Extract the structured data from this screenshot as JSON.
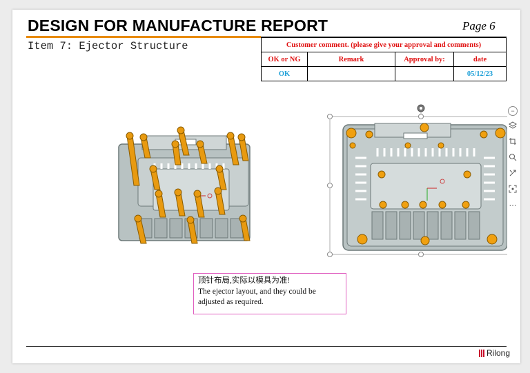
{
  "header": {
    "title": "DESIGN FOR MANUFACTURE REPORT",
    "page": "Page  6"
  },
  "item_title": "Item 7: Ejector Structure",
  "comment_table": {
    "title": "Customer comment. (please give your approval and comments)",
    "headers": [
      "OK or NG",
      "Remark",
      "Approval by:",
      "date"
    ],
    "row": [
      "OK",
      "",
      "",
      "05/12/23"
    ]
  },
  "note": {
    "line_cn": "顶针布局,实际以模具为准!",
    "line_en": "The ejector layout, and they could be adjusted as required."
  },
  "logo": {
    "text": "Rilong"
  },
  "toolbar": [
    "minus-icon",
    "layers-icon",
    "crop-icon",
    "zoom-icon",
    "style-icon",
    "fit-icon",
    "more-icon"
  ],
  "colors": {
    "accent": "#e88a00",
    "comment_red": "#e01010",
    "ok_blue": "#1ea0d8",
    "pin_orange": "#f0a010",
    "part_grey": "#b8c2c2"
  }
}
